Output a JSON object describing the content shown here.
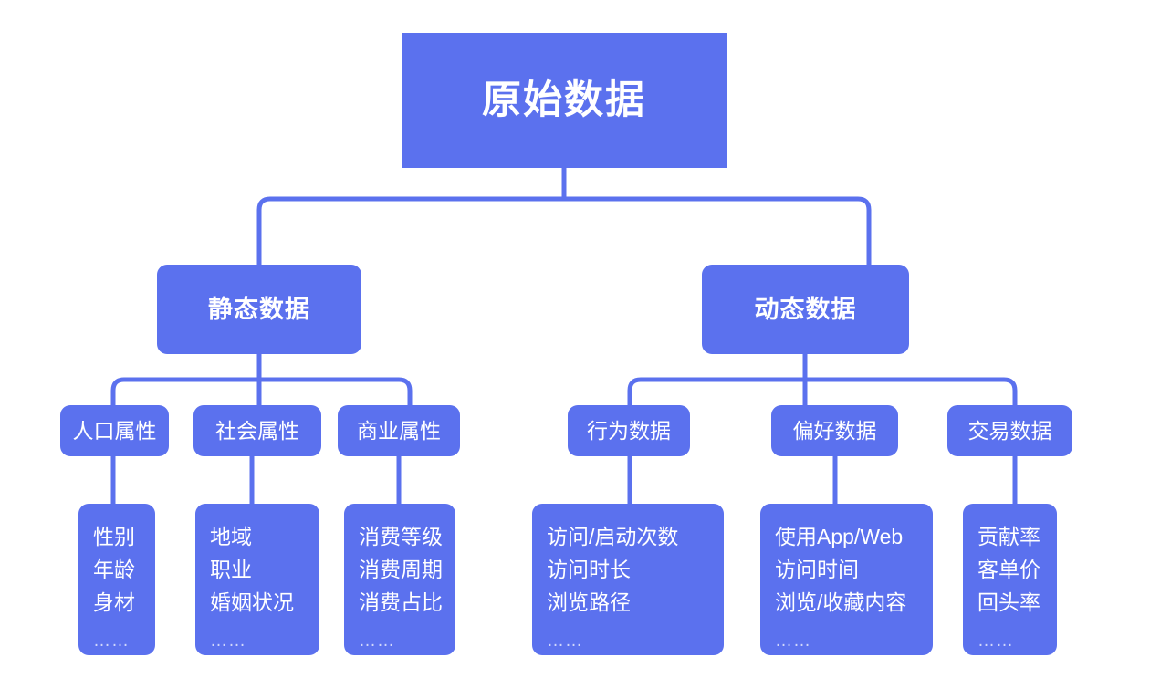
{
  "diagram": {
    "title": "原始数据",
    "accent_color": "#5B71EE",
    "background_color": "#FFFFFF",
    "text_color": "#FFFFFF",
    "root": {
      "label": "原始数据"
    },
    "branches": [
      {
        "label": "静态数据"
      },
      {
        "label": "动态数据"
      }
    ],
    "categories": [
      {
        "label": "人口属性"
      },
      {
        "label": "社会属性"
      },
      {
        "label": "商业属性"
      },
      {
        "label": "行为数据"
      },
      {
        "label": "偏好数据"
      },
      {
        "label": "交易数据"
      }
    ],
    "leaves": [
      {
        "items": [
          "性别",
          "年龄",
          "身材"
        ],
        "ellipsis": "……"
      },
      {
        "items": [
          "地域",
          "职业",
          "婚姻状况"
        ],
        "ellipsis": "……"
      },
      {
        "items": [
          "消费等级",
          "消费周期",
          "消费占比"
        ],
        "ellipsis": "……"
      },
      {
        "items": [
          "访问/启动次数",
          "访问时长",
          "浏览路径"
        ],
        "ellipsis": "……"
      },
      {
        "items": [
          "使用App/Web",
          "访问时间",
          "浏览/收藏内容"
        ],
        "ellipsis": "……"
      },
      {
        "items": [
          "贡献率",
          "客单价",
          "回头率"
        ],
        "ellipsis": "……"
      }
    ]
  }
}
